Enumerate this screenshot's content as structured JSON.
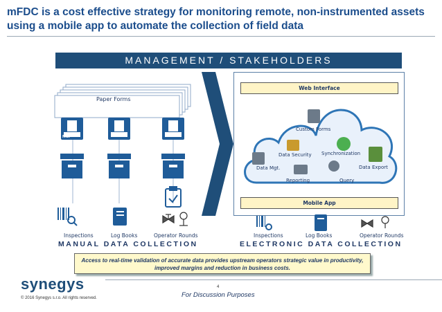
{
  "title": "mFDC is a cost effective strategy for monitoring remote, non-instrumented assets using a mobile app to automate the collection of field data",
  "management_banner": "MANAGEMENT / STAKEHOLDERS",
  "manual": {
    "paper_forms": "Paper Forms",
    "fax_label": "FAX",
    "labels": [
      "Inspections",
      "Log Books",
      "Operator Rounds"
    ],
    "caption": "MANUAL DATA COLLECTION"
  },
  "electronic": {
    "web_interface": "Web Interface",
    "mobile_app": "Mobile App",
    "cloud_items": [
      "Custom Forms",
      "Data Security",
      "Synchronization",
      "Data Mgt.",
      "Data Export",
      "Reporting",
      "Query"
    ],
    "labels": [
      "Inspections",
      "Log Books",
      "Operator Rounds"
    ],
    "caption": "ELECTRONIC DATA COLLECTION"
  },
  "callout": "Access to real-time validation of accurate data provides upstream operators strategic value in productivity, improved margins and reduction in business costs.",
  "footer": {
    "logo": "synegys",
    "copyright": "© 2016 Synegys s.r.o. All rights reserved.",
    "page_number": "4",
    "disclaimer": "For Discussion Purposes"
  },
  "colors": {
    "navy": "#1f4e79",
    "blue": "#2e75b6",
    "yellow": "#fff4c6"
  }
}
